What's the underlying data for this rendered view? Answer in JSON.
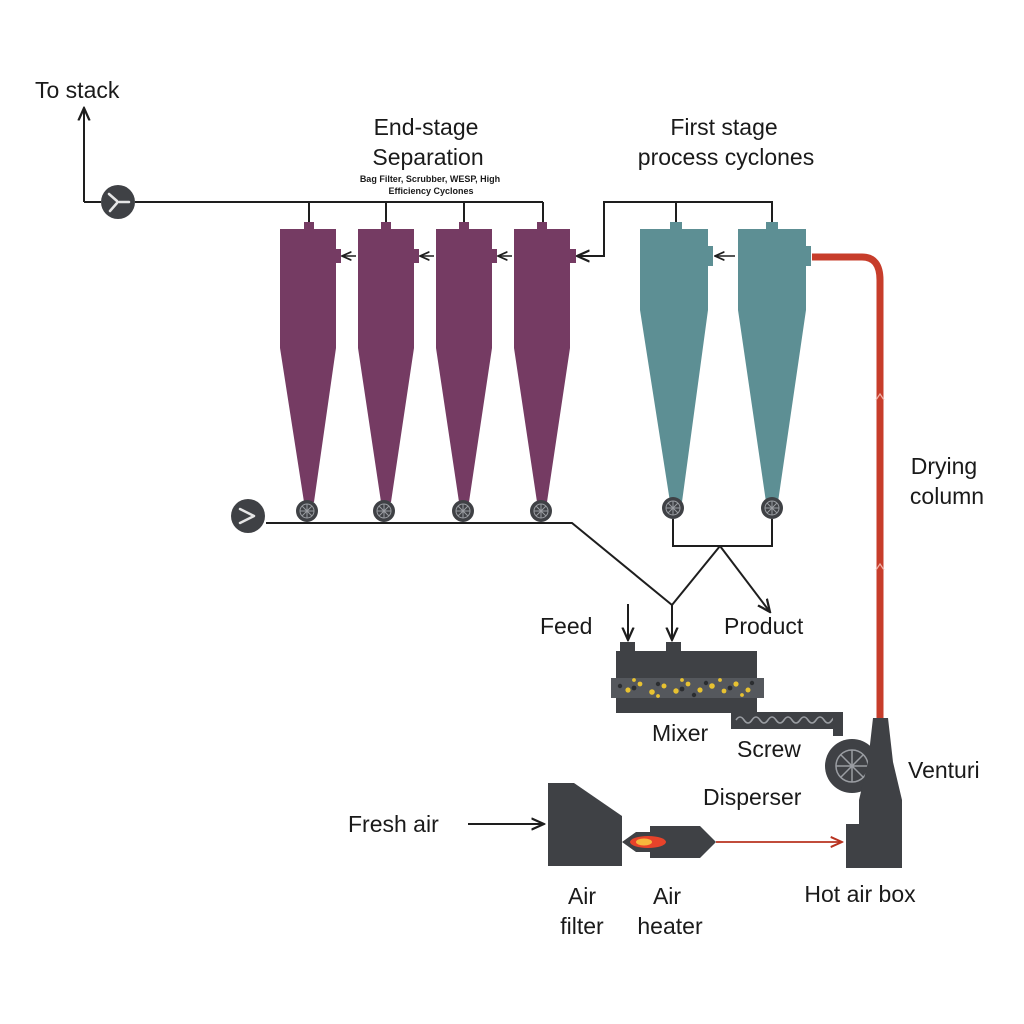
{
  "labels": {
    "to_stack": "To stack",
    "end_stage_line1": "End-stage",
    "end_stage_line2": "Separation",
    "end_stage_sub_line1": "Bag Filter, Scrubber, WESP, High",
    "end_stage_sub_line2": "Efficiency Cyclones",
    "first_stage_line1": "First stage",
    "first_stage_line2": "process cyclones",
    "drying_line1": "Drying",
    "drying_line2": "column",
    "feed": "Feed",
    "product": "Product",
    "mixer": "Mixer",
    "screw": "Screw",
    "venturi": "Venturi",
    "disperser": "Disperser",
    "fresh_air": "Fresh air",
    "air_filter_line1": "Air",
    "air_filter_line2": "filter",
    "air_heater_line1": "Air",
    "air_heater_line2": "heater",
    "hot_air_box": "Hot air box"
  },
  "colors": {
    "end_stage_cyclone": "#753b63",
    "first_stage_cyclone": "#5d8f94",
    "drying_column": "#c73d2b",
    "equipment": "#3f4145",
    "particles": "#e8c231",
    "flame": "#e8432a",
    "line": "#1e1e1e"
  },
  "icons": {
    "stack_fan": "fan-icon",
    "return_fan": "fan-icon",
    "rotary_valve": "rotary-valve-icon",
    "disperser": "disperser-fan-icon"
  }
}
